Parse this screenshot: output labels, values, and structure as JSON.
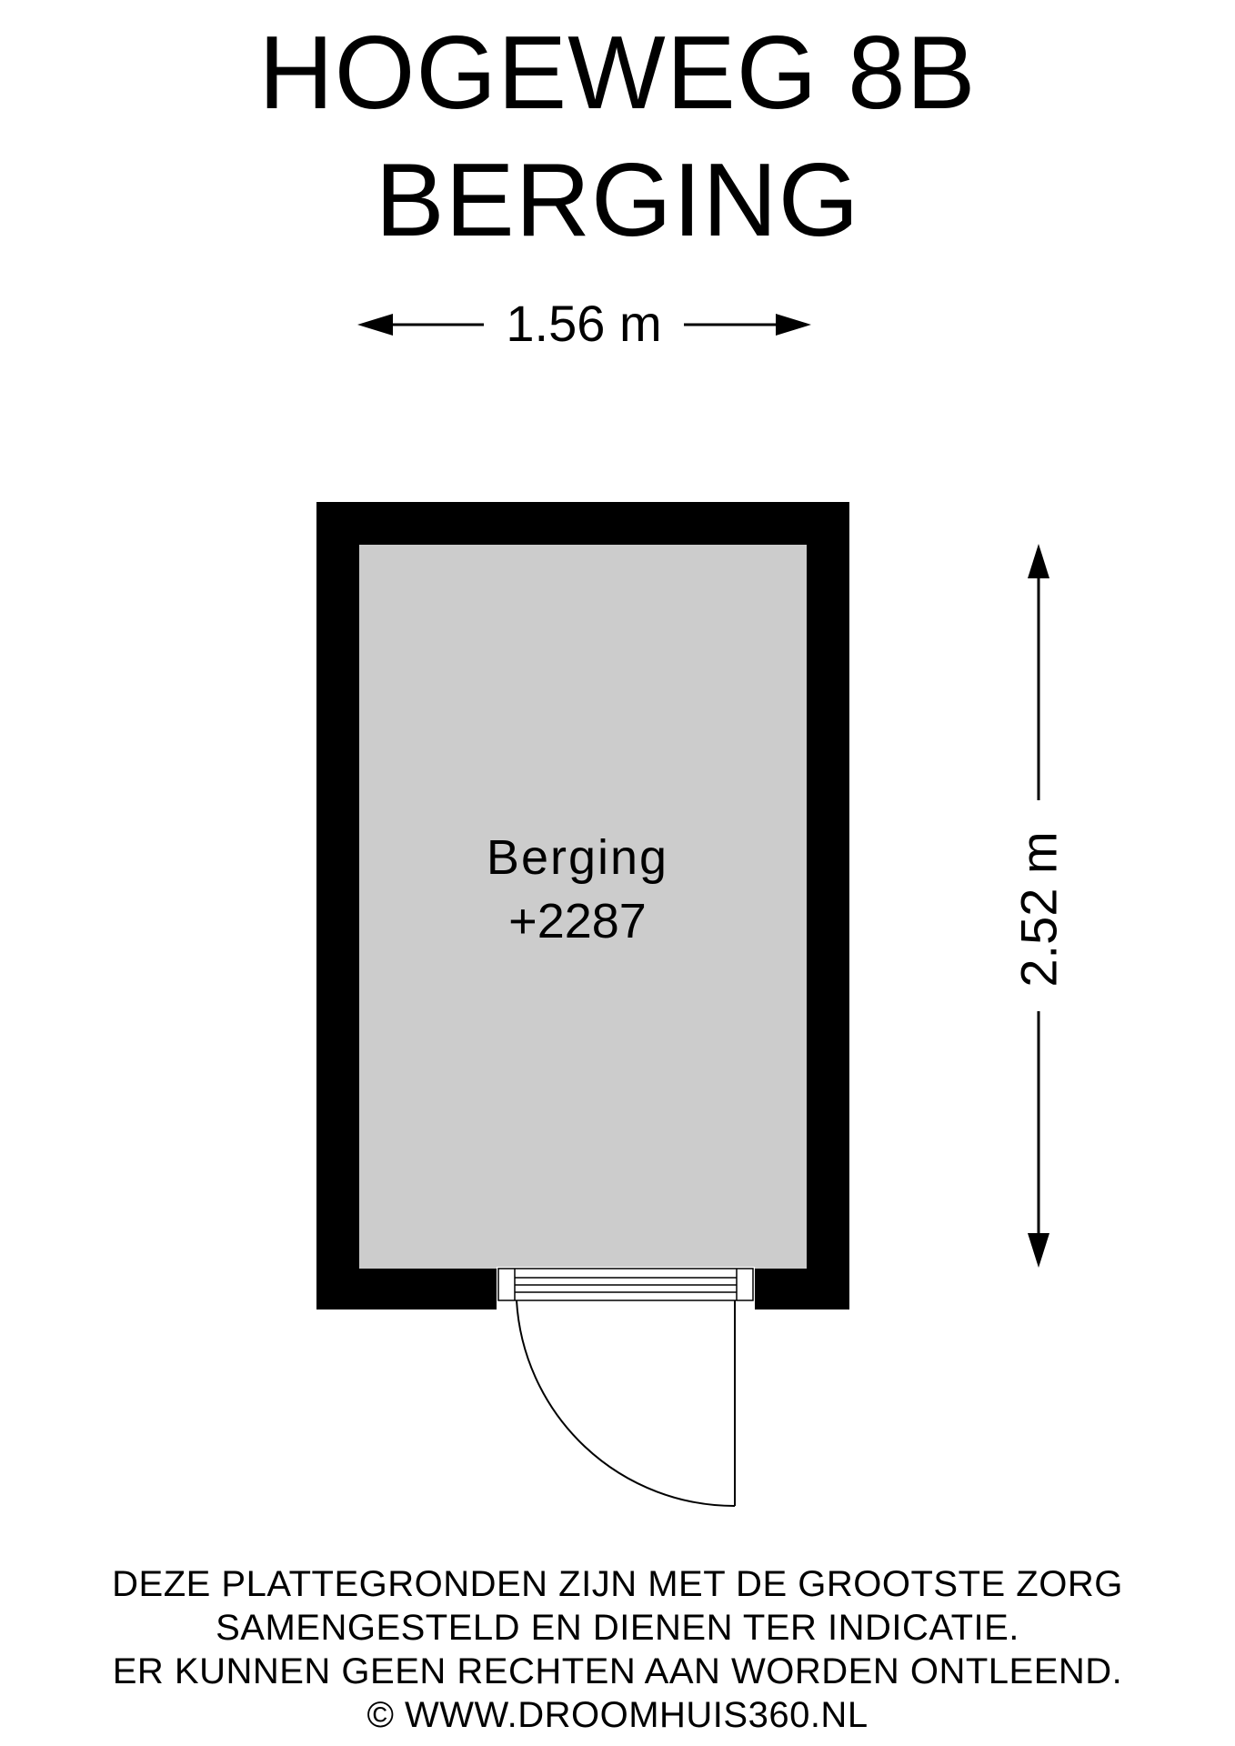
{
  "header": {
    "address": "HOGEWEG 8B",
    "floor": "BERGING"
  },
  "dimensions": {
    "width": "1.56 m",
    "depth": "2.52 m"
  },
  "room": {
    "name": "Berging",
    "level": "+2287"
  },
  "colors": {
    "wall": "#000000",
    "floor_fill": "#cccccc",
    "background": "#ffffff"
  },
  "footer": {
    "line1": "DEZE PLATTEGRONDEN ZIJN MET DE GROOTSTE ZORG",
    "line2": "SAMENGESTELD EN DIENEN TER INDICATIE.",
    "line3": "ER KUNNEN GEEN RECHTEN AAN WORDEN ONTLEEND.",
    "line4": "© WWW.DROOMHUIS360.NL"
  }
}
